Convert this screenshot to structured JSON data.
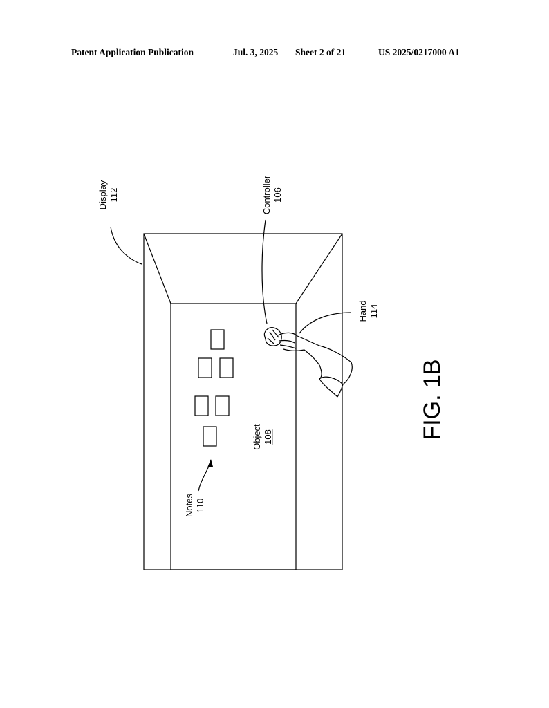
{
  "header": {
    "publication": "Patent Application Publication",
    "date": "Jul. 3, 2025",
    "sheet": "Sheet 2 of 21",
    "number": "US 2025/0217000 A1"
  },
  "labels": {
    "display": {
      "name": "Display",
      "ref": "112"
    },
    "controller": {
      "name": "Controller",
      "ref": "106"
    },
    "hand": {
      "name": "Hand",
      "ref": "114"
    },
    "object": {
      "name": "Object",
      "ref": "108"
    },
    "notes": {
      "name": "Notes",
      "ref": "110"
    }
  },
  "figure_label": "FIG. 1B"
}
